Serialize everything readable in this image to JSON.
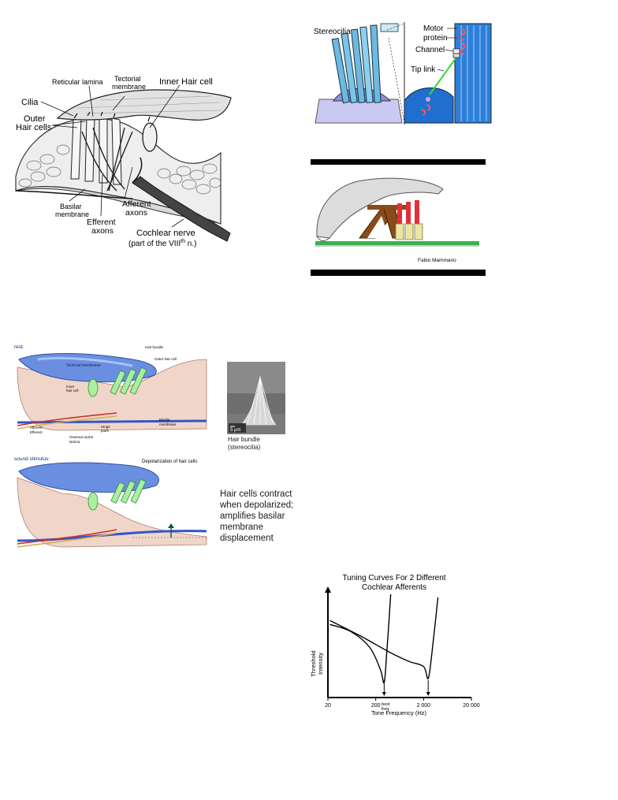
{
  "organ_of_corti": {
    "reticular_lamina": "Reticular lamina",
    "tectorial_line1": "Tectorial",
    "tectorial_line2": "membrane",
    "inner_hair_cell": "Inner Hair cell",
    "cilia": "Cilia",
    "outer_line1": "Outer",
    "outer_line2": "Hair cells",
    "basilar_line1": "Basilar",
    "basilar_line2": "membrane",
    "afferent_line1": "Afferent",
    "afferent_line2": "axons",
    "efferent_line1": "Efferent",
    "efferent_line2": "axons",
    "cochlear_nerve": "Cochlear nerve",
    "viii_prefix": "(part of the VIII",
    "viii_sup": "th",
    "viii_suffix": " n.)"
  },
  "stereocilia_fig": {
    "stereocilia": "Stereocilia",
    "motor_line1": "Motor",
    "motor_line2": "protein",
    "channel": "Channel",
    "tip_link": "Tip link"
  },
  "animation_fig": {
    "credit": "Fabio Mammano"
  },
  "motility_fig": {
    "rest": "rest:",
    "hair_bundle": "Hair bundle",
    "outer_hair_cell": "Outer hair cell",
    "tectorial_membrane": "Tectorial membrane",
    "inner_line1": "Inner",
    "inner_line2": "hair cell",
    "hinge_line1": "Hinge",
    "hinge_line2": "point",
    "basilar_line1": "Basilar",
    "basilar_line2": "membrane",
    "afferent": "Afferent",
    "efferent": "Efferent",
    "osseous_line1": "Osseous spiral",
    "osseous_line2": "lamina",
    "sound_stimulus": "sound stimulus:",
    "depolarization": "Depolarization of hair cells"
  },
  "sem_fig": {
    "scale": "5 μm",
    "caption_line1": "Hair bundle",
    "caption_line2": "(stereocilia)"
  },
  "note": {
    "line1": "Hair cells contract",
    "line2": "when depolarized;",
    "line3": "amplifies basilar",
    "line4": "membrane",
    "line5": "displacement"
  },
  "chart_data": {
    "type": "line",
    "title": "Tuning Curves For 2 Different Cochlear Afferents",
    "title_line1": "Tuning Curves For 2 Different",
    "title_line2": "Cochlear Afferents",
    "xlabel": "Tone Frequency (Hz)",
    "ylabel_line1": "Threshold",
    "ylabel_line2": "Intensity",
    "x_scale": "log",
    "xlim": [
      20,
      20000
    ],
    "x_ticks": [
      20,
      200,
      2000,
      20000
    ],
    "x_tick_labels": [
      "20",
      "200",
      "2 000",
      "20 000"
    ],
    "ylim": [
      0,
      100
    ],
    "grid": false,
    "annotations": [
      {
        "text_line1": "best",
        "text_line2": "freq.",
        "x": 300
      }
    ],
    "series": [
      {
        "x": [
          22,
          60,
          150,
          250,
          300,
          340,
          380,
          420
        ],
        "y": [
          73,
          66,
          50,
          28,
          15,
          45,
          78,
          110
        ]
      },
      {
        "x": [
          22,
          100,
          400,
          1000,
          2000,
          2500,
          3000,
          4000
        ],
        "y": [
          77,
          61,
          45,
          36,
          31,
          19,
          45,
          100
        ]
      }
    ],
    "minima_arrows": [
      300,
      2500
    ]
  }
}
